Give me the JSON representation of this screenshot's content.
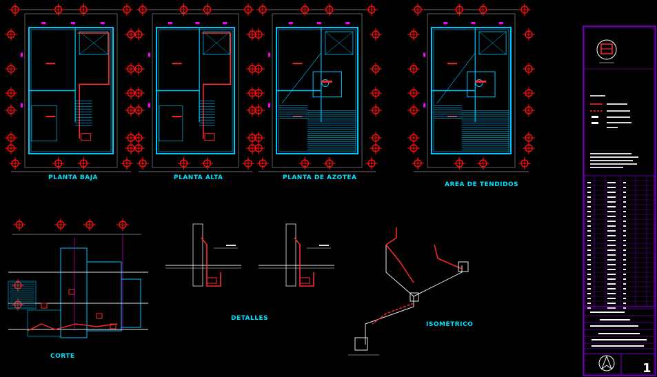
{
  "drawing": {
    "colors": {
      "background": "#000000",
      "wall": "#00c8ff",
      "dim": "#e8e8e8",
      "marker": "#ff1010",
      "pipe": "#ff2a2a",
      "accent": "#ff00ff",
      "label": "#00e5ff",
      "frame": "#a000ff"
    },
    "labels": {
      "planta_baja": "PLANTA BAJA",
      "planta_alta": "PLANTA ALTA",
      "planta_azotea": "PLANTA DE AZOTEA",
      "area_tendidos": "AREA DE TENDIDOS",
      "corte": "CORTE",
      "detalles": "DETALLES",
      "isometrico": "ISOMETRICO"
    },
    "title_block": {
      "sheet_number": "1"
    }
  }
}
